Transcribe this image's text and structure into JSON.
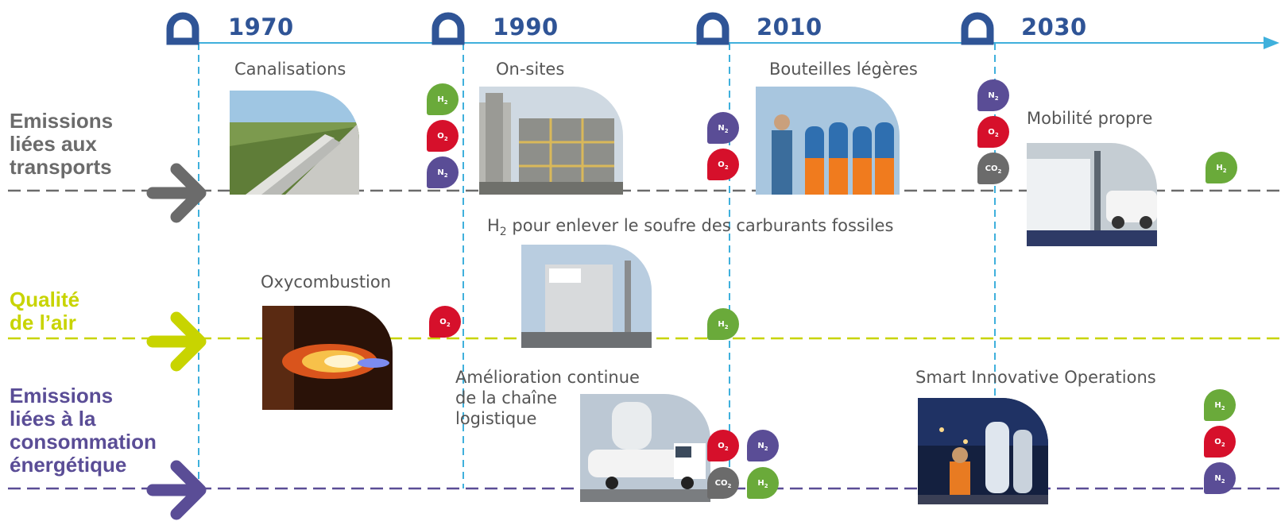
{
  "timeline": {
    "years": [
      "1970",
      "1990",
      "2010",
      "2030"
    ]
  },
  "categories": {
    "transport": "Emissions\nliées aux\ntransports",
    "air": "Qualité\nde l’air",
    "energy": "Emissions\nliées à la\nconsommation\nénergétique"
  },
  "colors": {
    "timeline": "#2f5496",
    "axis": "#3fb0dc",
    "transport": "#6b6b6b",
    "air": "#c8d400",
    "energy": "#5a4d96",
    "h2": "#6aaa3a",
    "o2": "#d6102b",
    "n2": "#5a4d96",
    "co2": "#6b6b6b"
  },
  "items": {
    "canalisations": "Canalisations",
    "onsites": "On-sites",
    "bouteilles": "Bouteilles légères",
    "mobilite": "Mobilité propre",
    "h2_prefix": "H",
    "h2_sub": "2",
    "h2_rest": " pour enlever le soufre des carburants fossiles",
    "oxycombustion": "Oxycombustion",
    "amelioration": "Amélioration continue\nde la chaîne\n logistique",
    "smart": "Smart Innovative Operations"
  },
  "gases": {
    "h2": [
      "H",
      "2"
    ],
    "o2": [
      "O",
      "2"
    ],
    "n2": [
      "N",
      "2"
    ],
    "co2": [
      "CO",
      "2"
    ]
  },
  "photo_subjects": {
    "canalisations": "pipeline-photo",
    "onsites": "plant-photo",
    "bouteilles": "cylinders-photo",
    "mobilite": "station-photo",
    "h2_plant": "h2-plant-photo",
    "oxycombustion": "flame-photo",
    "amelioration": "truck-photo",
    "smart": "night-plant-photo"
  }
}
